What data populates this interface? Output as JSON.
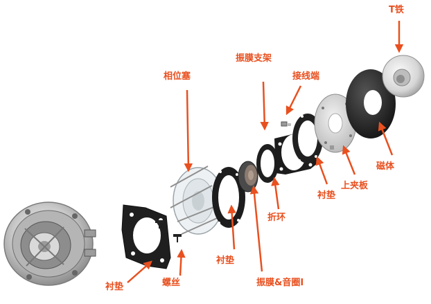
{
  "diagram": {
    "labels": {
      "t_iron": "T铁",
      "diaphragm_bracket": "振膜支架",
      "terminal": "接线端",
      "phase_plug": "相位塞",
      "magnet": "磁体",
      "upper_plate": "上夹板",
      "gasket_right": "衬垫",
      "surround": "折环",
      "gasket_mid": "衬垫",
      "diaphragm_coil": "振膜&音圈I",
      "gasket_left": "衬垫",
      "screw": "螺丝"
    },
    "colors": {
      "label": "#e8501f",
      "arrow": "#e8501f",
      "part_dark": "#1b1b1b",
      "metal": "#c9c9c9"
    }
  }
}
